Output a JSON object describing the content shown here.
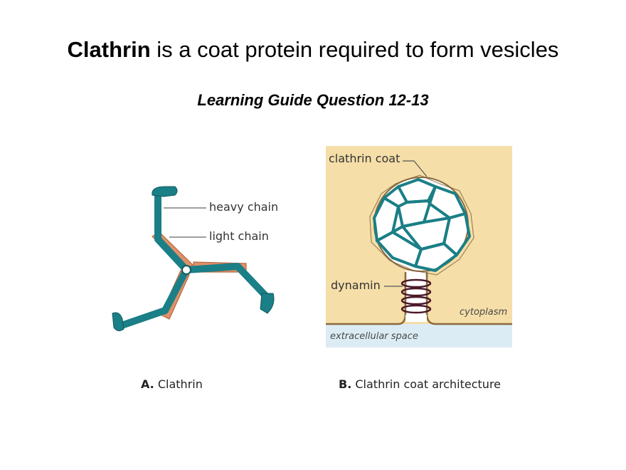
{
  "header": {
    "title_bold": "Clathrin",
    "title_rest": " is a coat protein required to form vesicles",
    "subtitle": "Learning Guide Question 12-13"
  },
  "panel_a": {
    "labels": {
      "heavy_chain": "heavy chain",
      "light_chain": "light chain"
    },
    "caption_letter": "A.",
    "caption_text": " Clathrin"
  },
  "panel_b": {
    "labels": {
      "clathrin_coat": "clathrin coat",
      "dynamin": "dynamin",
      "cytoplasm": "cytoplasm",
      "extracellular": "extracellular space"
    },
    "caption_letter": "B.",
    "caption_text": " Clathrin coat architecture"
  },
  "colors": {
    "heavy_chain": "#1a7f86",
    "light_chain": "#e0906a",
    "cytoplasm_bg": "#f5dea8",
    "extracellular_bg": "#dcecf5",
    "membrane": "#8b6a3e"
  }
}
